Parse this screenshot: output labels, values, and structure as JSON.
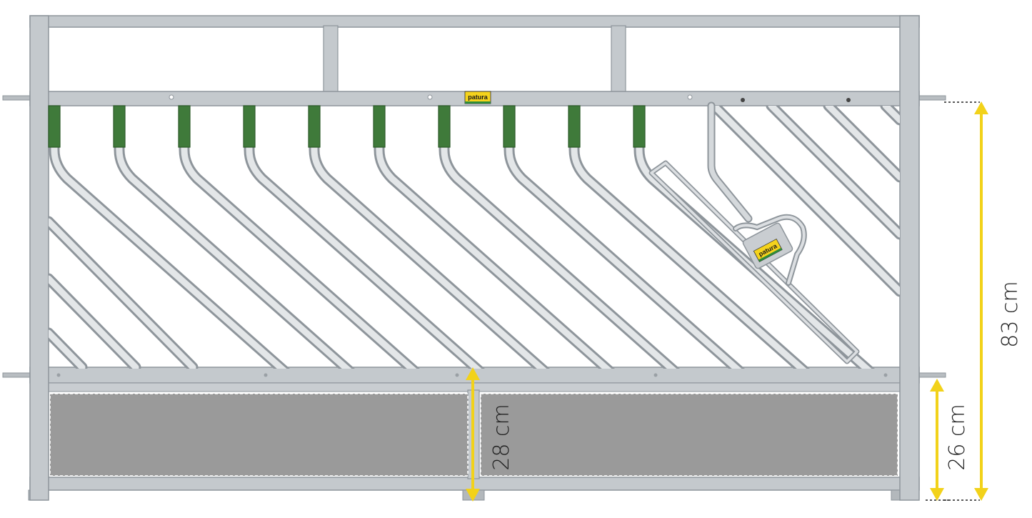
{
  "diagram": {
    "colors": {
      "steel": "#c4c9cd",
      "steel_dark": "#8e959b",
      "steel_light": "#e3e6e8",
      "green": "#3f7a3a",
      "green_dark": "#2c5a28",
      "panel": "#9a9a9a",
      "dimension": "#f2d21a",
      "brand_yellow": "#f5d31c",
      "brand_green": "#2e8b3a"
    },
    "brand": {
      "name": "patura"
    },
    "dimensions": [
      {
        "id": "total-height",
        "label": "83 cm"
      },
      {
        "id": "panel-height",
        "label": "28 cm"
      },
      {
        "id": "sill-height",
        "label": "26 cm"
      }
    ],
    "feeding_places": 10
  }
}
